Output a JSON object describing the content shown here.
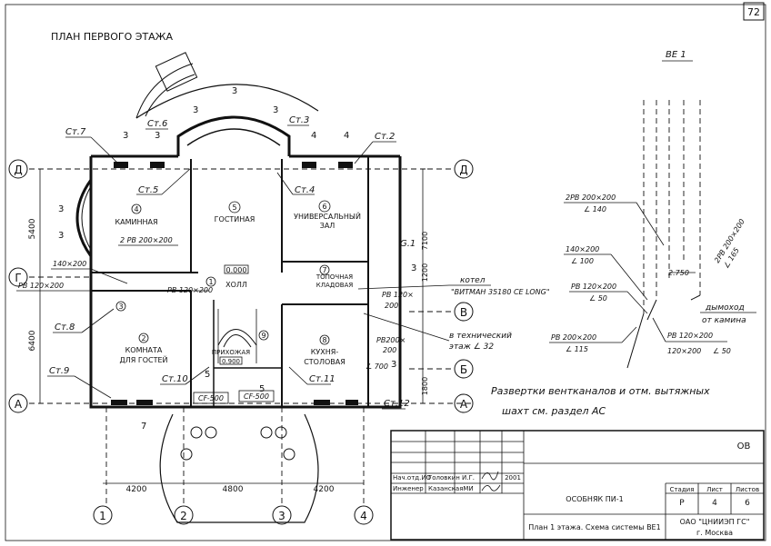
{
  "sheet_number": "72",
  "title": "ПЛАН ПЕРВОГО ЭТАЖА",
  "axes": {
    "rows": [
      "Д",
      "Г",
      "А"
    ],
    "cols": [
      "1",
      "2",
      "3",
      "4"
    ],
    "right_rows": [
      "Д",
      "В",
      "Б",
      "А"
    ]
  },
  "dims": {
    "left_5400": "5400",
    "left_6400": "6400",
    "bottom_4200_a": "4200",
    "bottom_4800": "4800",
    "bottom_4200_b": "4200",
    "right_7100": "7100",
    "right_1800": "1800",
    "right_1200": "1200"
  },
  "rooms": {
    "r4": {
      "num": "4",
      "name": "КАМИННАЯ"
    },
    "r5": {
      "num": "5",
      "name": "ГОСТИНАЯ"
    },
    "r6": {
      "num": "6",
      "name": "УНИВЕРСАЛЬНЫЙ",
      "name2": "ЗАЛ"
    },
    "r1": {
      "num": "1",
      "name": "ХОЛЛ"
    },
    "r3": {
      "num": "3"
    },
    "r2": {
      "num": "2",
      "name": "КОМНАТА",
      "name2": "ДЛЯ ГОСТЕЙ"
    },
    "r9": {
      "num": "9"
    },
    "r8": {
      "num": "8",
      "name": "КУХНЯ-",
      "name2": "СТОЛОВАЯ"
    },
    "r7": {
      "num": "7",
      "name": "ТОПОЧНАЯ",
      "name2": "КЛАДОВАЯ"
    },
    "prikh": {
      "name": "ПРИХОЖАЯ",
      "level": "0.900"
    },
    "level_hall": "0.000"
  },
  "riser_labels": {
    "st7": "Ст.7",
    "st6": "Ст.6",
    "st5": "Ст.5",
    "st3": "Ст.3",
    "st2": "Ст.2",
    "st4": "Ст.4",
    "st8": "Ст.8",
    "st9": "Ст.9",
    "st10": "Ст.10",
    "st11": "Ст.11",
    "st12": "Ст.12",
    "g1": "G.1"
  },
  "radiator_counts": {
    "top_3": "3",
    "c1": "3",
    "c2": "3",
    "c3": "3",
    "c4": "3",
    "c5": "4",
    "c6": "4",
    "left1": "3",
    "left2": "3",
    "right3": "3",
    "cf1": "5",
    "cf2": "5",
    "bottom7": "7",
    "right_b": "3"
  },
  "ducts": {
    "rb_2x": "2 РВ 200×200",
    "d140": "140×200",
    "rb120l": "РВ 120×200",
    "rb120c": "РВ 120×200",
    "rb120r": "РВ 120×",
    "d200": "200",
    "rb200": "РВ200×",
    "d200b": "200",
    "l700": "∠ 700",
    "cf500a": "СF-500",
    "cf500b": "CF-500"
  },
  "notes": {
    "kotel1": "котел",
    "kotel2": "\"ВИТМАН 35180 СЕ LONG\"",
    "tech1": "в технический",
    "tech2": "этаж ∠ 32"
  },
  "riser_diagram": {
    "title": "ВЕ 1",
    "l1": "2РВ 200×200",
    "l1b": "∠ 140",
    "l2": "140×200",
    "l2b": "∠ 100",
    "l3": "РВ 120×200",
    "l3b": "∠ 50",
    "l4": "РВ 200×200",
    "l4b": "∠ 115",
    "l5": "2.750",
    "l6": "РВ 120×200",
    "l6b": "120×200",
    "l6c": "∠ 50",
    "l7": "2РВ 200×200",
    "l7b": "∠ 165",
    "l8": "дымоход",
    "l8b": "от камина"
  },
  "note_razvertki": "Развертки вентканалов и отм. вытяжных",
  "note_razvertki2": "шахт см. раздел АС",
  "title_block": {
    "ov": "ОВ",
    "nach_otd": "Нач.отд.ИО",
    "nach_name": "Головкин И.Г.",
    "year": "2001",
    "inzh": "Инженер",
    "inzh_name": "КазанскаяМИ",
    "project": "ОСОБНЯК ПИ-1",
    "sheet_title": "План 1 этажа. Схема системы ВЕ1",
    "stage_h": "Стадия",
    "list_h": "Лист",
    "lists_h": "Листов",
    "stage": "Р",
    "list": "4",
    "lists": "6",
    "org": "ОАО \"ЦНИИЭП ГС\"",
    "city": "г. Москва"
  }
}
